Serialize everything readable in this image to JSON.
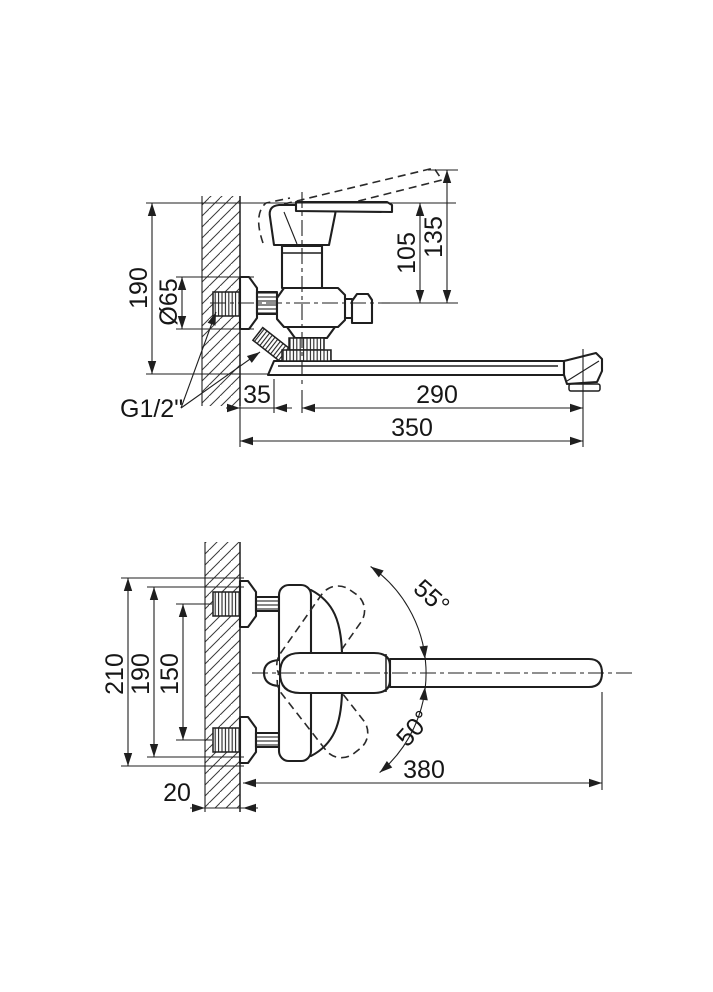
{
  "background": "#ffffff",
  "line_color": "#1f1f1f",
  "side_view": {
    "dim_overall_height": "190",
    "dim_flange_diameter": "Ø65",
    "dim_handle_height": "105",
    "dim_handle_raised_height": "135",
    "dim_wall_offset": "35",
    "dim_axis_to_spout_end": "290",
    "dim_overall_reach": "350",
    "thread_label": "G1/2\""
  },
  "plan_view": {
    "dim_overall_width": "210",
    "dim_outer_width": "190",
    "dim_connection_spacing": "150",
    "angle_swivel_up": "55°",
    "angle_swivel_down": "50°",
    "dim_spout_reach": "380",
    "dim_wall_thickness": "20"
  }
}
